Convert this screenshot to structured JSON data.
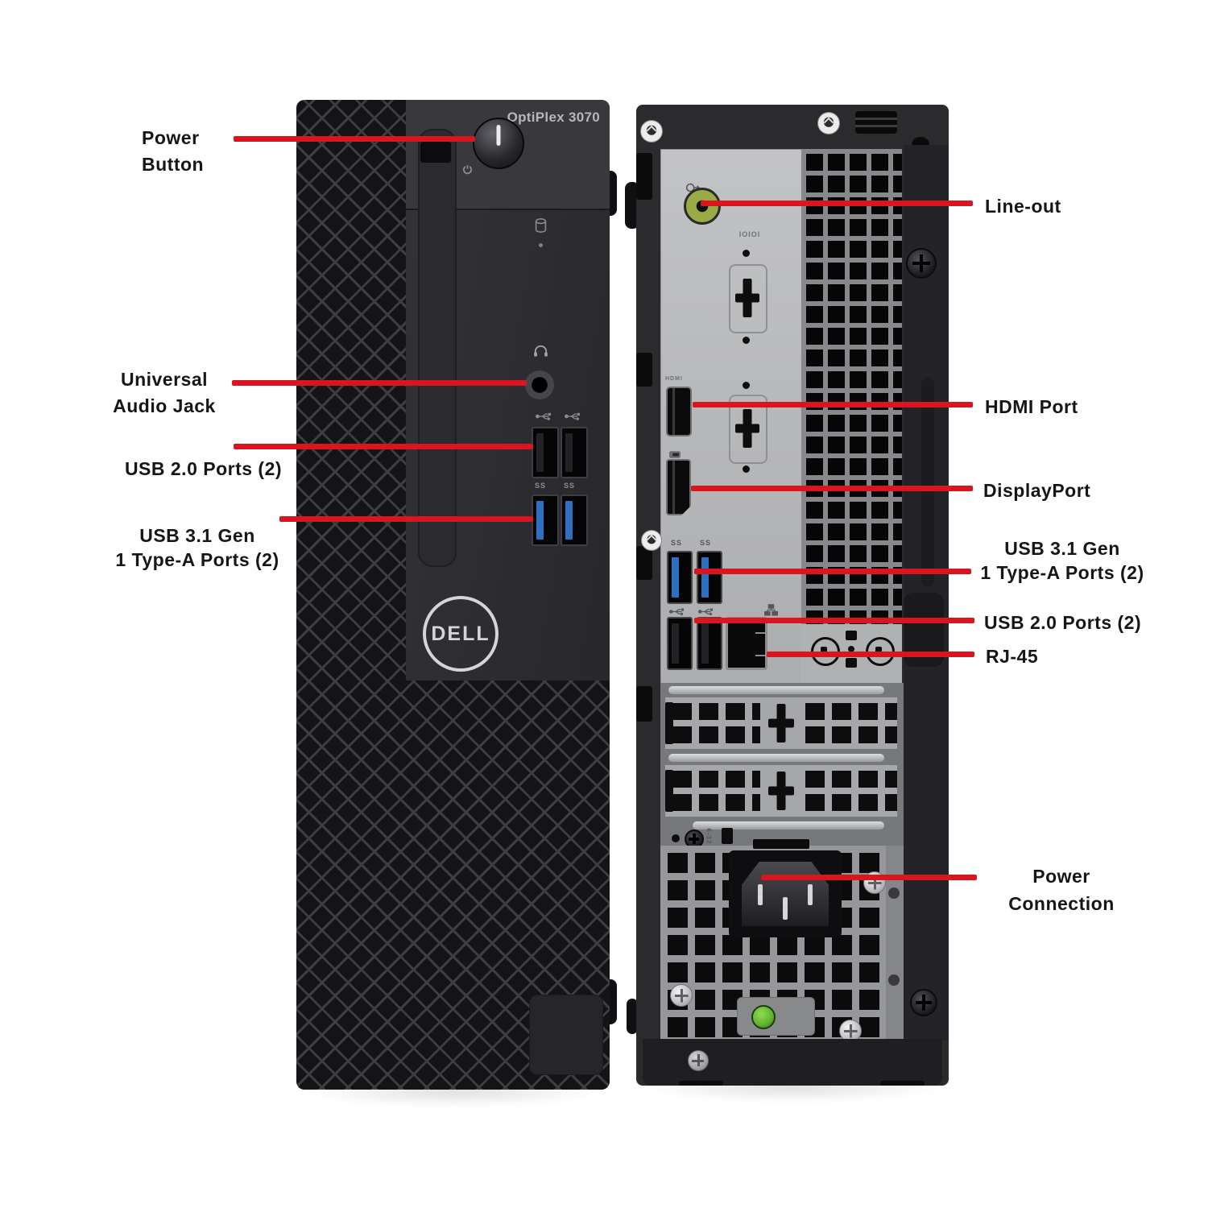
{
  "front_tower": {
    "badge": "OptiPlex 3070",
    "logo_text": "DELL"
  },
  "port_markings": {
    "superspeed": "SS",
    "hdmi": "HDMI",
    "serial": "IOIOI",
    "screw": "6-32"
  },
  "callouts": {
    "left": [
      {
        "id": "power-button",
        "lines": [
          "Power",
          "Button"
        ]
      },
      {
        "id": "universal-audio-jack",
        "lines": [
          "Universal",
          "Audio Jack"
        ]
      },
      {
        "id": "usb2-front",
        "lines": [
          "USB 2.0 Ports (2)"
        ]
      },
      {
        "id": "usb31-front",
        "lines": [
          "USB 3.1 Gen",
          "1 Type-A Ports (2)"
        ]
      }
    ],
    "right": [
      {
        "id": "line-out",
        "lines": [
          "Line-out"
        ]
      },
      {
        "id": "hdmi-port",
        "lines": [
          "HDMI Port"
        ]
      },
      {
        "id": "displayport",
        "lines": [
          "DisplayPort"
        ]
      },
      {
        "id": "usb31-rear",
        "lines": [
          "USB 3.1 Gen",
          "1 Type-A Ports (2)"
        ]
      },
      {
        "id": "usb2-rear",
        "lines": [
          "USB 2.0 Ports (2)"
        ]
      },
      {
        "id": "rj45",
        "lines": [
          "RJ-45"
        ]
      },
      {
        "id": "power-connection",
        "lines": [
          "Power",
          "Connection"
        ]
      }
    ]
  },
  "colors": {
    "callout_line": "#d9161f",
    "label_text": "#161616",
    "usb3_blue": "#2e6fbf",
    "lineout_green": "#9aab46",
    "power_led_green": "#63b52f",
    "chassis_dark": "#2b2b2e",
    "io_plate_gray": "#b9babc"
  }
}
